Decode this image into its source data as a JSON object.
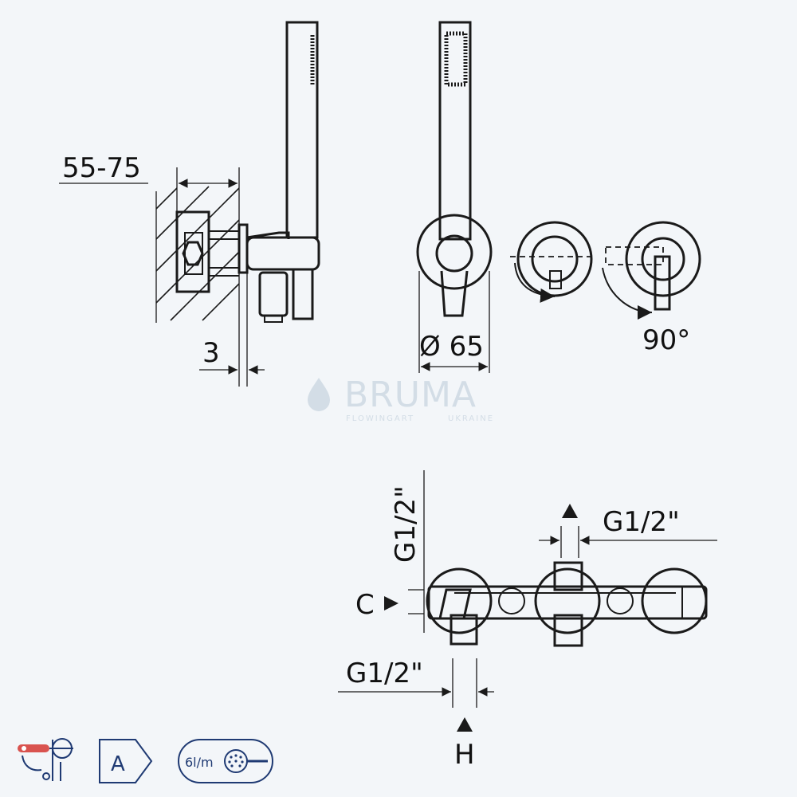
{
  "side_view": {
    "depth_label": "55-75",
    "gap_label": "3"
  },
  "front_view": {
    "diameter_label": "Ø 65",
    "rotation_label": "90°"
  },
  "watermark": {
    "brand": "BRUMA",
    "tagline": "FLOWINGART",
    "region": "UKRAINE"
  },
  "plan_view": {
    "outlet_thread_top": "G1/2\"",
    "thread_vertical": "G1/2\"",
    "thread_bottom": "G1/2\"",
    "cold_label": "C",
    "hot_label": "H"
  },
  "icons": {
    "energy_class": "A",
    "flow_rate": "6l/m"
  },
  "colors": {
    "line": "#1a1a1a",
    "icon_blue": "#1f3a73",
    "icon_red": "#d9534f",
    "background": "#f3f6f9",
    "watermark": "#d3dde6"
  }
}
